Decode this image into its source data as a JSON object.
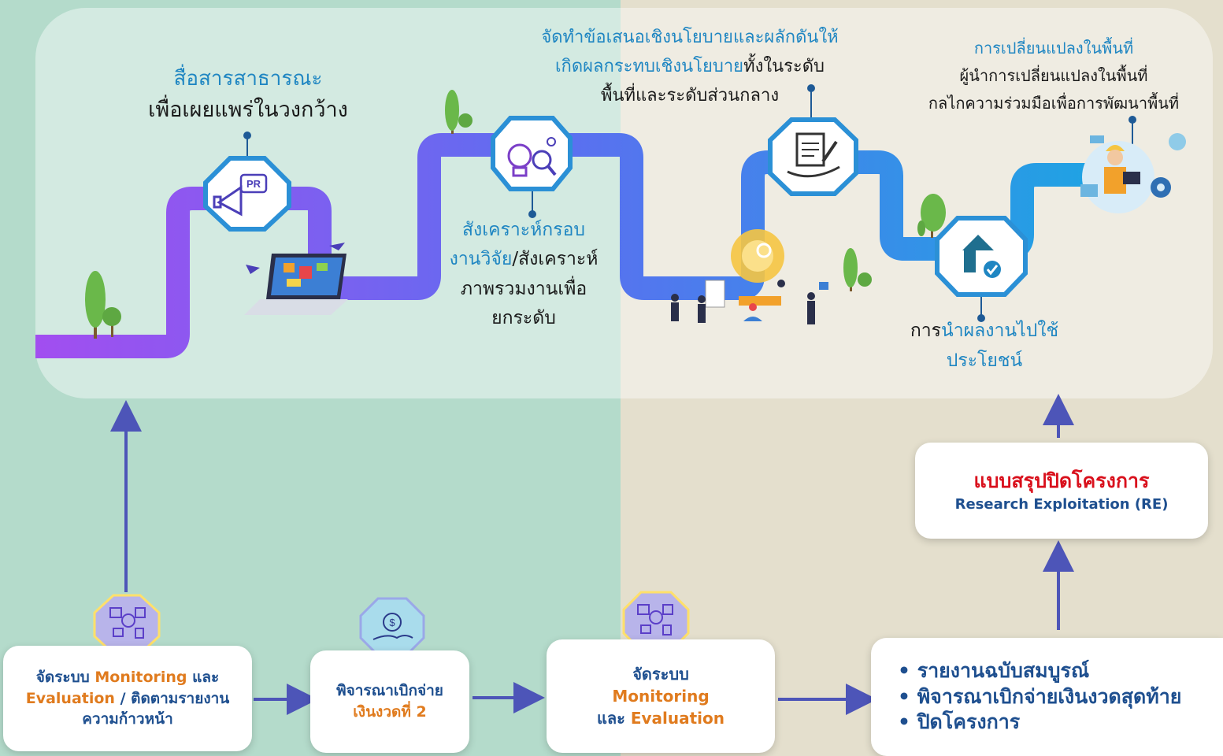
{
  "colors": {
    "bg_left": "#b4dbcb",
    "bg_right": "#e4dfcd",
    "road_start": "#a24ef0",
    "road_end": "#1fa3e3",
    "title_blue": "#1f86c2",
    "highlight_orange": "#e07b1e",
    "box_text_navy": "#1e4f8f",
    "re_title_red": "#d9101c",
    "arrow": "#4d55b8"
  },
  "top": {
    "public_comm": {
      "title": "สื่อสารสาธารณะ",
      "subtitle": "เพื่อเผยแพร่ในวงกว้าง",
      "icon": "megaphone-pr-icon"
    },
    "synthesis": {
      "line1": "สังเคราะห์กรอบ",
      "line2_blue": "งานวิจัย",
      "line2_black": "/สังเคราะห์",
      "line3": "ภาพรวมงานเพื่อ",
      "line4": "ยกระดับ",
      "icon": "bulb-analysis-icon"
    },
    "policy": {
      "line1": "จัดทำข้อเสนอเชิงนโยบายและผลักดันให้",
      "line2_blue": "เกิดผลกระทบเชิงนโยบาย",
      "line2_black": "ทั้งในระดับ",
      "line3": "พื้นที่และระดับส่วนกลาง",
      "icon": "document-handshake-icon"
    },
    "utilization": {
      "black": "การ",
      "blue1": "นำผลงานไปใช้",
      "blue2": "ประโยชน์",
      "icon": "house-check-icon"
    },
    "area_change": {
      "title": "การเปลี่ยนแปลงในพื้นที่",
      "line1": "ผู้นำการเปลี่ยนแปลงในพื้นที่",
      "line2": "กลไกความร่วมมือเพื่อการพัฒนาพื้นที่"
    }
  },
  "bottom": {
    "monitoring1": {
      "pre": "จัดระบบ",
      "orange1": "Monitoring",
      "mid": "และ",
      "orange2": "Evaluation",
      "post": " / ติดตามรายงาน",
      "line3": "ความก้าวหน้า",
      "icon": "monitoring-icon"
    },
    "disburse2": {
      "line1": "พิจารณาเบิกจ่าย",
      "line2": "เงินงวดที่ 2",
      "icon": "money-hand-icon"
    },
    "monitoring2": {
      "line1": "จัดระบบ",
      "line2": "Monitoring",
      "line3_pre": "และ",
      "line3_orange": "Evaluation",
      "icon": "monitoring-icon"
    },
    "final": {
      "items": [
        "รายงานฉบับสมบูรณ์",
        "พิจารณาเบิกจ่ายเงินงวดสุดท้าย",
        "ปิดโครงการ"
      ]
    },
    "re": {
      "title": "แบบสรุปปิดโครงการ",
      "subtitle": "Research Exploitation (RE)"
    }
  }
}
